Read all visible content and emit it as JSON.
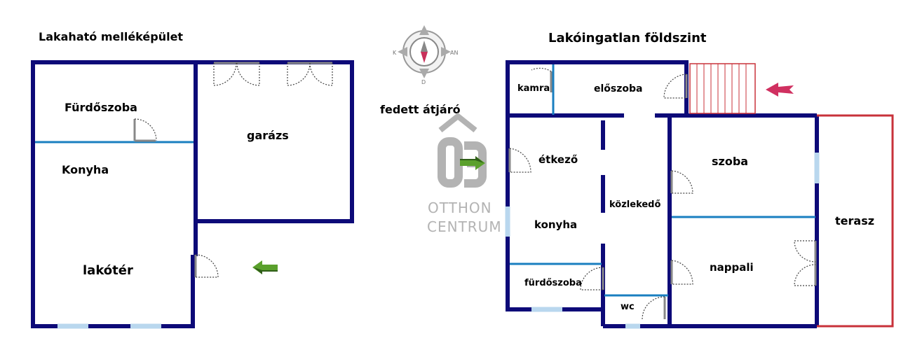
{
  "titles": {
    "outbuilding": "Lakaható melléképület",
    "main_house": "Lakóingatlan földszint"
  },
  "passage_label": "fedett átjáró",
  "compass": {
    "west": "K",
    "east": "AN",
    "south": "D"
  },
  "logo": {
    "line1": "OTTHON",
    "line2": "CENTRUM"
  },
  "rooms": {
    "furdoszoba_left": "Fürdőszoba",
    "konyha_left": "Konyha",
    "garazs": "garázs",
    "lakoter": "lakótér",
    "kamra": "kamra",
    "eloszoba": "előszoba",
    "etkezo": "étkező",
    "kozlekedo": "közlekedő",
    "konyha_right": "konyha",
    "furdoszoba_right": "fürdőszoba",
    "wc": "wc",
    "szoba": "szoba",
    "nappali": "nappali",
    "terasz": "terasz"
  },
  "colors": {
    "wall": "#0d0a78",
    "partition": "#1a7fc0",
    "terrace": "#c8323a",
    "arrow_green": "#5aa02c",
    "arrow_red": "#d03060",
    "logo_gray": "#b3b3b3"
  }
}
